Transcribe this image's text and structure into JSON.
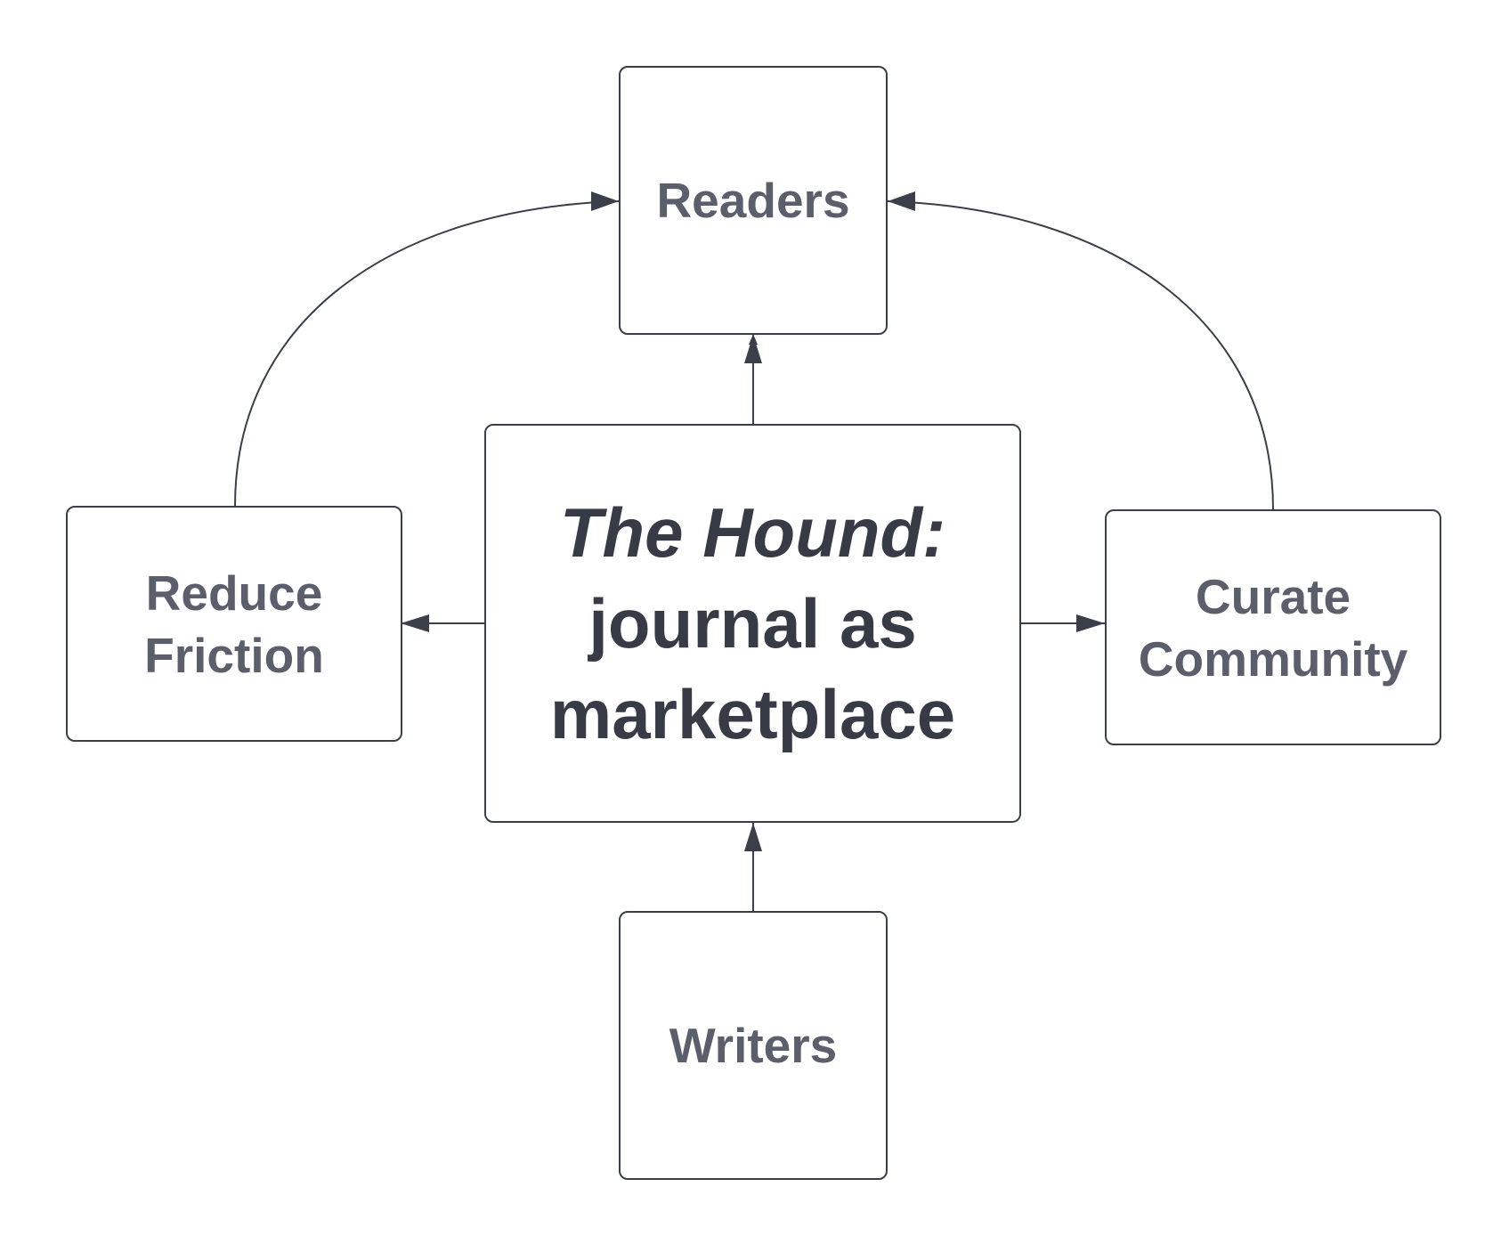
{
  "diagram": {
    "center": {
      "title": "The Hound:",
      "line2": "journal as",
      "line3": "marketplace"
    },
    "readers": {
      "label": "Readers"
    },
    "writers": {
      "label": "Writers"
    },
    "reduce_friction": {
      "line1": "Reduce",
      "line2": "Friction"
    },
    "curate_community": {
      "line1": "Curate",
      "line2": "Community"
    }
  },
  "colors": {
    "stroke": "#3a3f4a",
    "label_text": "#5a5f6b",
    "center_text": "#363b45",
    "background": "#ffffff"
  }
}
